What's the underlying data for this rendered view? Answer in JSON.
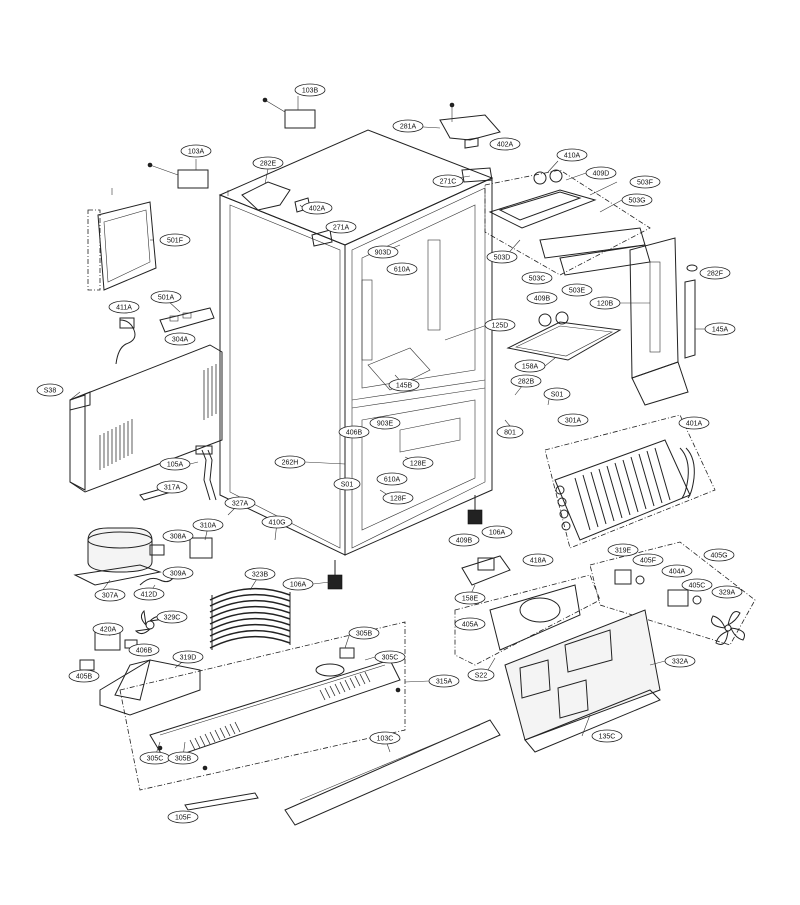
{
  "labels": {
    "l103B": "103B",
    "l281A": "281A",
    "l402A1": "402A",
    "l103A": "103A",
    "l282E": "282E",
    "l402A2": "402A",
    "l271C": "271C",
    "l410A": "410A",
    "l409D": "409D",
    "l503F": "503F",
    "l503G": "503G",
    "l271A": "271A",
    "l903D": "903D",
    "l610A1": "610A",
    "l503D": "503D",
    "l503C": "503C",
    "l503E": "503E",
    "l282F": "282F",
    "l501F": "501F",
    "l120B": "120B",
    "l409B1": "409B",
    "l411A": "411A",
    "l501A": "501A",
    "l125D": "125D",
    "l145A": "145A",
    "l304A": "304A",
    "l158A": "158A",
    "l145B": "145B",
    "l282B": "282B",
    "lS01a": "S01",
    "lS38": "S38",
    "l801": "801",
    "l301A": "301A",
    "l406B1": "406B",
    "l903E": "903E",
    "l401A": "401A",
    "l105A": "105A",
    "l262H": "262H",
    "l128E": "128E",
    "lS01b": "S01",
    "l610A2": "610A",
    "l317A": "317A",
    "l128F": "128F",
    "l327A": "327A",
    "l410G": "410G",
    "l106A1": "106A",
    "l409B2": "409B",
    "l308A": "308A",
    "l310A": "310A",
    "l309A": "309A",
    "l418A": "418A",
    "l319E": "319E",
    "l405F": "405F",
    "l405G": "405G",
    "l404A": "404A",
    "l307A": "307A",
    "l412D": "412D",
    "l323B": "323B",
    "l106A2": "106A",
    "l158E": "158E",
    "l405C": "405C",
    "l329A": "329A",
    "l329C": "329C",
    "l420A": "420A",
    "l406B2": "406B",
    "l319D": "319D",
    "l305B1": "305B",
    "l305C1": "305C",
    "l405A": "405A",
    "lS22": "S22",
    "l332A": "332A",
    "l405B": "405B",
    "l315A": "315A",
    "l305C2": "305C",
    "l305B2": "305B",
    "l103C": "103C",
    "l135C": "135C",
    "l105F": "105F"
  }
}
